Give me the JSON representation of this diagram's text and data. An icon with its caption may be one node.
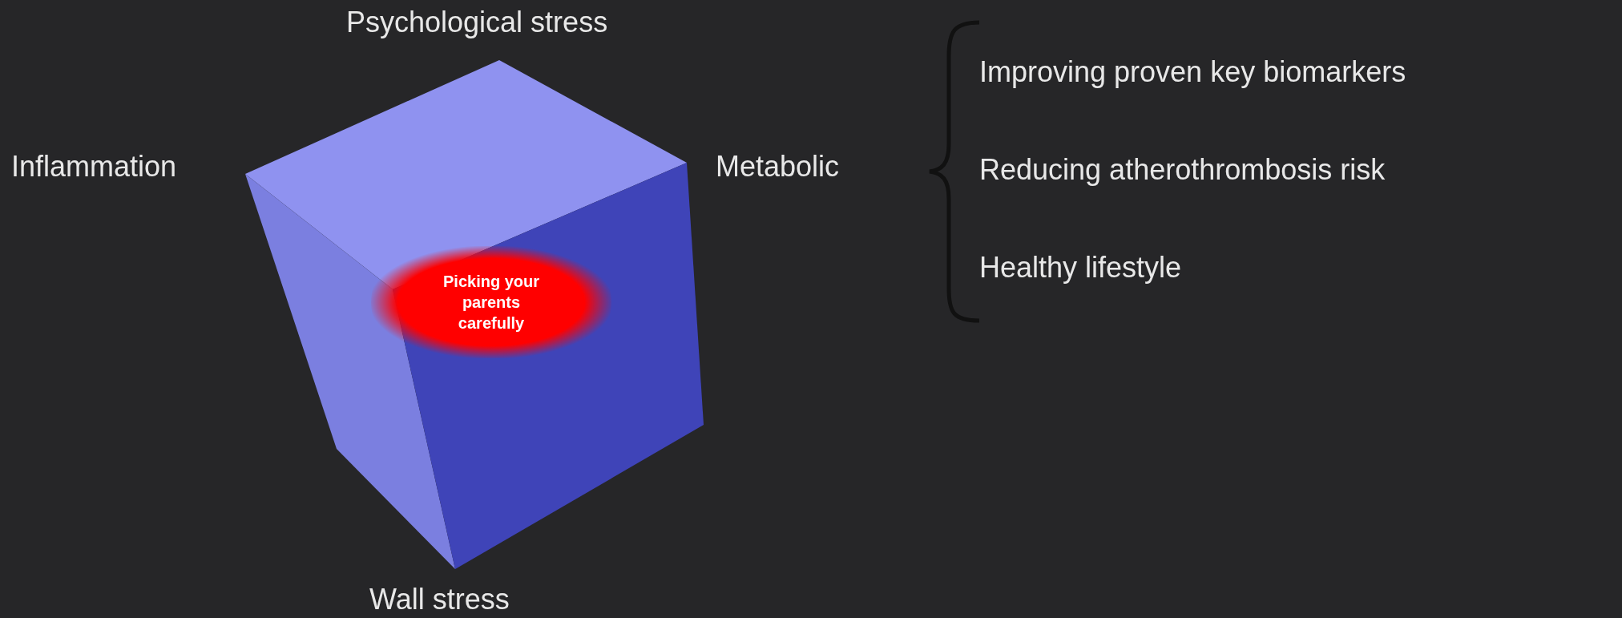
{
  "diagram": {
    "nodes": [
      {
        "text": [
          "Picking your parents carefully"
        ]
      }
    ],
    "labels": [
      "Psychological stress",
      "Improving proven key biomarkers",
      "Inflammation",
      "Metabolic",
      "Reducing atherothrombosis risk",
      "Healthy lifestyle",
      "Wall stress"
    ]
  }
}
